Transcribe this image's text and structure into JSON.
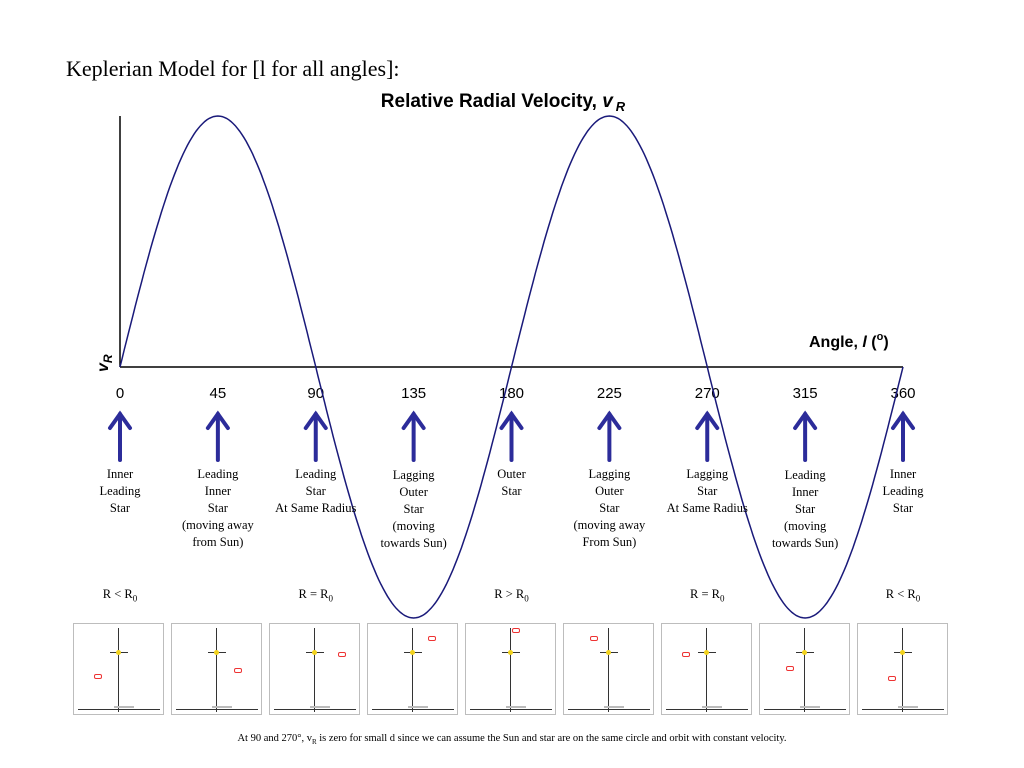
{
  "heading": "Keplerian Model for [l for all angles]:",
  "chart_data": {
    "type": "line",
    "title_main": "Relative Radial Velocity, ",
    "title_var": "v",
    "title_sub": "R",
    "ylabel_var": "v",
    "ylabel_sub": "R",
    "xlabel_main": "Angle, ",
    "xlabel_var": "l",
    "xlabel_paren_open": " (",
    "xlabel_deg": "o",
    "xlabel_paren_close": ")",
    "x_ticks": [
      "0",
      "45",
      "90",
      "135",
      "180",
      "225",
      "270",
      "315",
      "360"
    ],
    "xlim": [
      0,
      360
    ],
    "series": [
      {
        "function": "sin(2x)",
        "x_start": 0,
        "x_end": 360
      }
    ],
    "line_color": "#1a1a7a",
    "arrow_color": "#2c2c9a"
  },
  "annotations": [
    {
      "lines": [
        "Inner",
        "Leading",
        "Star"
      ]
    },
    {
      "lines": [
        "Leading",
        "Inner",
        "Star",
        "(moving away",
        "from Sun)"
      ]
    },
    {
      "lines": [
        "Leading",
        "Star",
        "At Same Radius"
      ]
    },
    {
      "lines": [
        "Lagging",
        "Outer",
        "Star",
        "(moving",
        "towards Sun)"
      ]
    },
    {
      "lines": [
        "Outer",
        "Star"
      ]
    },
    {
      "lines": [
        "Lagging",
        "Outer",
        "Star",
        "(moving away",
        "From Sun)"
      ]
    },
    {
      "lines": [
        "Lagging",
        "Star",
        "At Same Radius"
      ]
    },
    {
      "lines": [
        "Leading",
        "Inner",
        "Star",
        "(moving",
        "towards Sun)"
      ]
    },
    {
      "lines": [
        "Inner",
        "Leading",
        "Star"
      ]
    }
  ],
  "conditions": [
    {
      "main": "R < R",
      "sub": "0"
    },
    {
      "main": "R = R",
      "sub": "0"
    },
    {
      "main": "R > R",
      "sub": "0"
    },
    {
      "main": "R = R",
      "sub": "0"
    },
    {
      "main": "R < R",
      "sub": "0"
    }
  ],
  "footer": {
    "pre": "At 90 and 270°, v",
    "sub": "R",
    "post": " is zero for small d since we can assume the Sun and star are on the same circle and orbit with constant velocity."
  }
}
